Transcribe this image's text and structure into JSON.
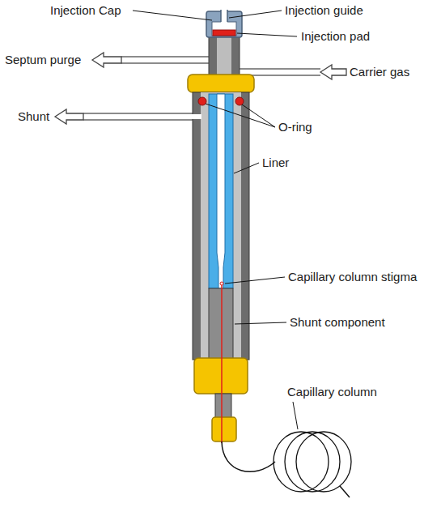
{
  "diagram": {
    "labels": [
      "Injection Cap",
      "Injection guide",
      "Injection pad",
      "Septum purge",
      "Carrier gas",
      "Shunt",
      "O-ring",
      "Liner",
      "Capillary column stigma",
      "Shunt component",
      "Capillary column"
    ]
  }
}
